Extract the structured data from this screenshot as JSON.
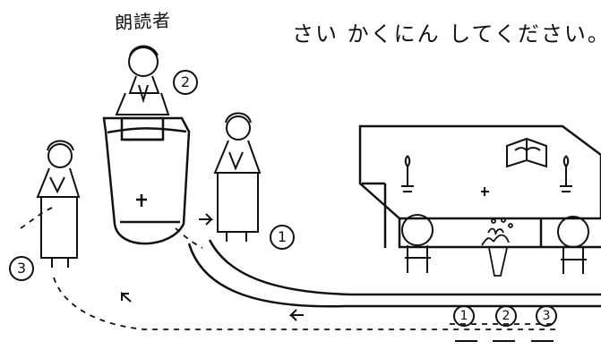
{
  "labels": {
    "reader": "朗読者",
    "instruction": "さい かくにん してください。"
  },
  "markers": {
    "reader_position": "2",
    "server_right": "1",
    "server_left": "3",
    "route_1": "1",
    "route_2": "2",
    "route_3": "3"
  },
  "icons": {
    "arrow": "arrow-icon",
    "cross": "cross-icon",
    "candle": "candle-icon",
    "book": "book-icon",
    "flower": "flower-icon"
  }
}
